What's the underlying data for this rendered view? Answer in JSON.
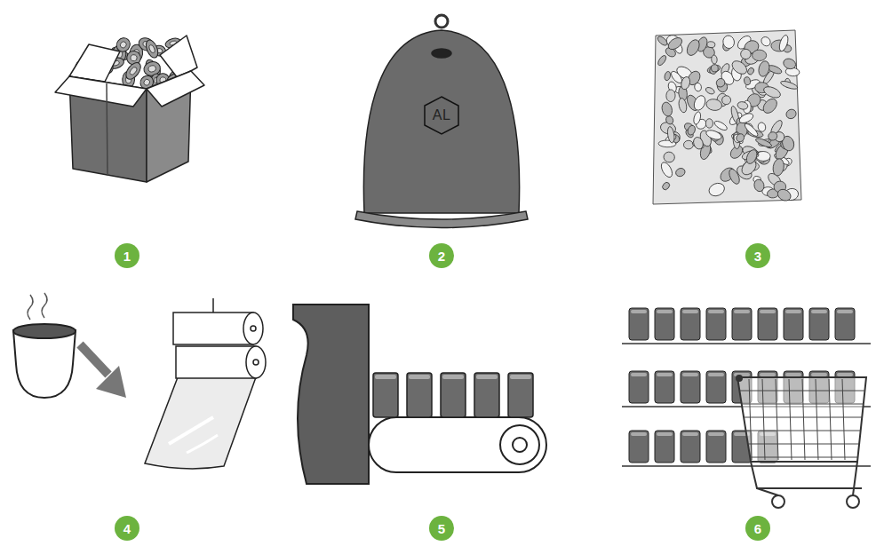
{
  "diagram": {
    "nodes": [
      {
        "text": [
          "AL"
        ]
      },
      {
        "text": [
          "1"
        ]
      },
      {
        "text": [
          "2"
        ]
      },
      {
        "text": [
          "3"
        ]
      },
      {
        "text": [
          "4"
        ]
      },
      {
        "text": [
          "5"
        ]
      },
      {
        "text": [
          "6"
        ]
      }
    ]
  }
}
